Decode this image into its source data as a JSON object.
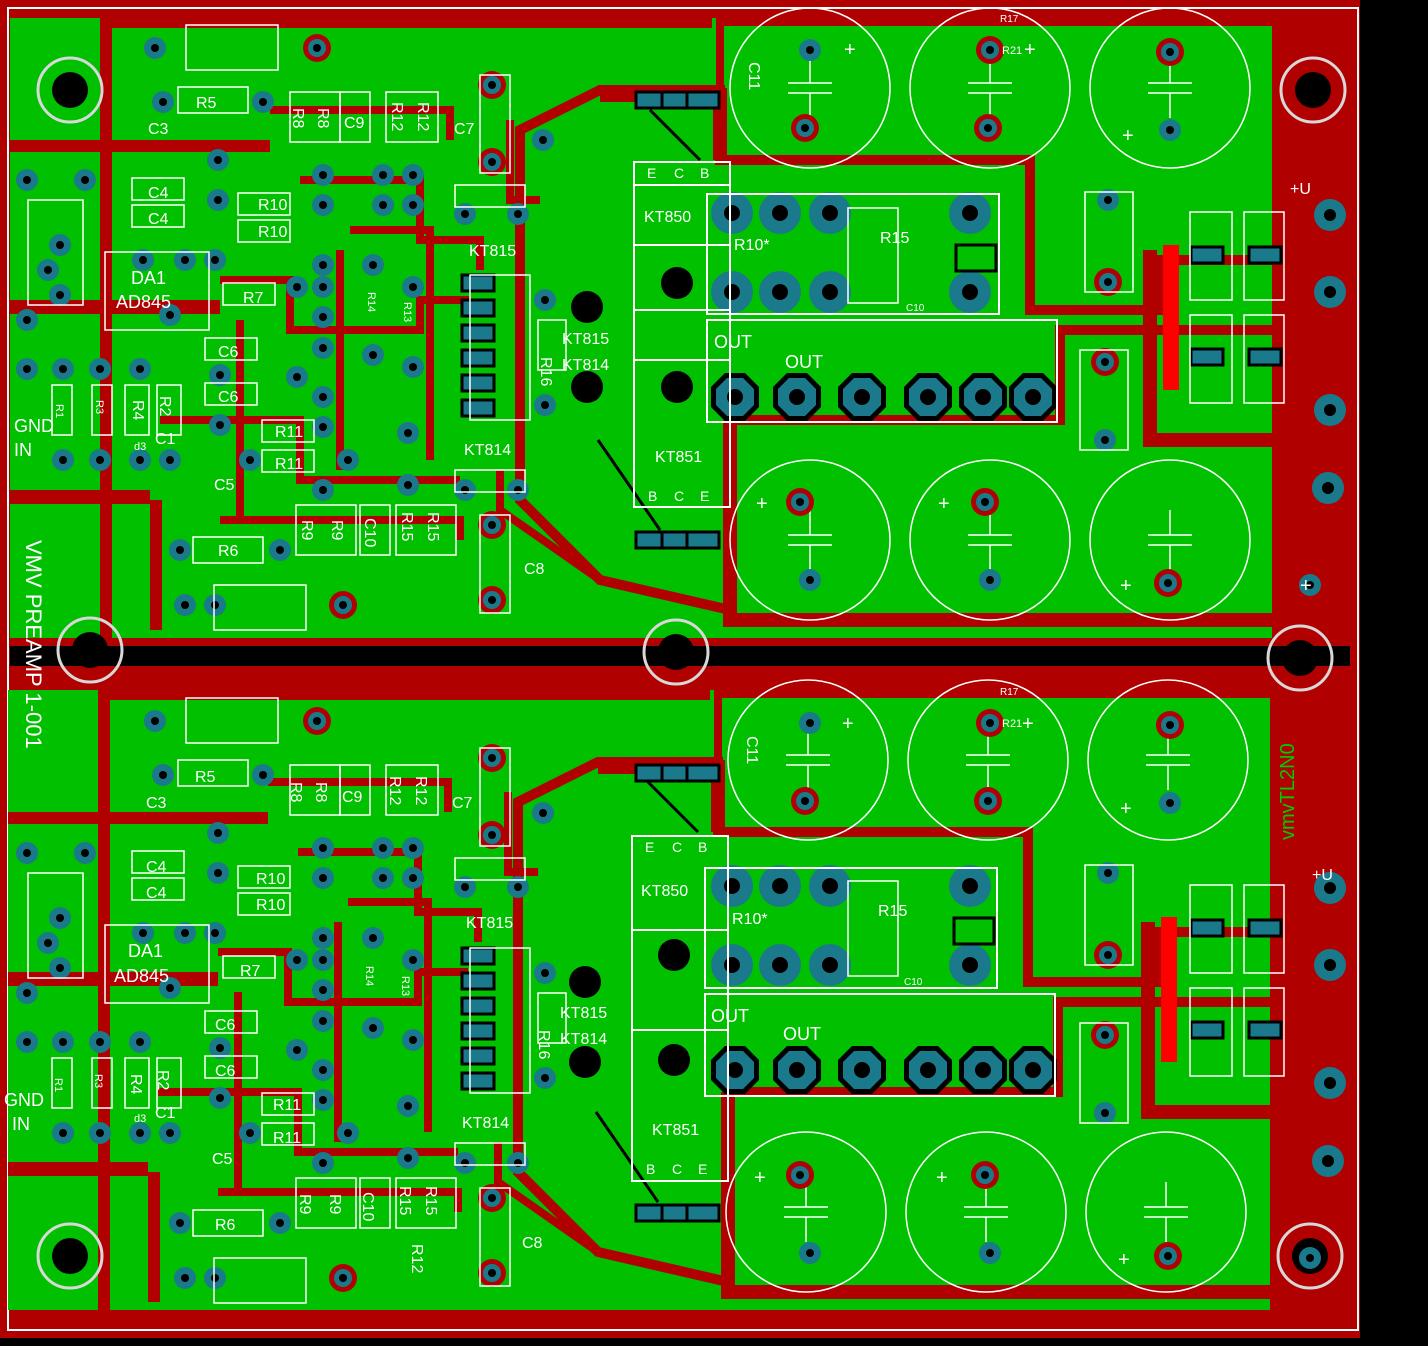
{
  "board": {
    "title_left": "VMV PREAMP 1-001",
    "title_right": "vmvTL2N0",
    "colors": {
      "background": "#000000",
      "copper_red": "#b00000",
      "pour_green": "#00c000",
      "pad_teal": "#1a7a8c",
      "silkscreen": "#ffffff",
      "hole": "#000000",
      "jumper": "#ff0000"
    }
  },
  "channels": [
    {
      "components": {
        "da1": "DA1",
        "ad845": "AD845",
        "c3": "C3",
        "c4a": "C4",
        "c4b": "C4",
        "c5": "C5",
        "c6a": "C6",
        "c6b": "C6",
        "c7": "C7",
        "c8": "C8",
        "c9": "C9",
        "c10": "C10",
        "c11": "C11",
        "c10s": "C10",
        "c1": "C1",
        "r1": "R1",
        "r2": "R2",
        "r3": "R3",
        "r4": "R4",
        "r5": "R5",
        "r6": "R6",
        "r7": "R7",
        "r8a": "R8",
        "r8b": "R8",
        "r9a": "R9",
        "r9b": "R9",
        "r10a": "R10",
        "r10b": "R10",
        "r11a": "R11",
        "r11b": "R11",
        "r12a": "R12",
        "r12b": "R12",
        "r13": "R13",
        "r14": "R14",
        "r15a": "R15",
        "r15b": "R15",
        "r15c": "R15",
        "r16": "R16",
        "r17": "R17",
        "r21": "R21",
        "r10star": "R10*",
        "d3": "d3",
        "kt815a": "KT815",
        "kt815b": "KT815",
        "kt814a": "KT814",
        "kt814b": "KT814",
        "kt850": "KT850",
        "kt851": "KT851",
        "out1": "OUT",
        "out2": "OUT",
        "gnd": "GND",
        "in": "IN",
        "plus_u": "+U",
        "b": "B",
        "c": "C",
        "e": "E",
        "plus": "+"
      }
    },
    {
      "components": {
        "da1": "DA1",
        "ad845": "AD845",
        "c3": "C3",
        "c4a": "C4",
        "c4b": "C4",
        "c5": "C5",
        "c6a": "C6",
        "c6b": "C6",
        "c7": "C7",
        "c8": "C8",
        "c9": "C9",
        "c10": "C10",
        "c11": "C11",
        "c10s": "C10",
        "c1": "C1",
        "r1": "R1",
        "r2": "R2",
        "r3": "R3",
        "r4": "R4",
        "r5": "R5",
        "r6": "R6",
        "r7": "R7",
        "r8a": "R8",
        "r8b": "R8",
        "r9a": "R9",
        "r9b": "R9",
        "r10a": "R10",
        "r10b": "R10",
        "r11a": "R11",
        "r11b": "R11",
        "r12a": "R12",
        "r12b": "R12",
        "r12c": "R12",
        "r13": "R13",
        "r14": "R14",
        "r15a": "R15",
        "r15b": "R15",
        "r15c": "R15",
        "r16": "R16",
        "r17": "R17",
        "r21": "R21",
        "r10star": "R10*",
        "d3": "d3",
        "kt815a": "KT815",
        "kt815b": "KT815",
        "kt814a": "KT814",
        "kt814b": "KT814",
        "kt850": "KT850",
        "kt851": "KT851",
        "out1": "OUT",
        "out2": "OUT",
        "gnd": "GND",
        "in": "IN",
        "plus_u": "+U",
        "b": "B",
        "c": "C",
        "e": "E",
        "plus": "+"
      }
    }
  ]
}
